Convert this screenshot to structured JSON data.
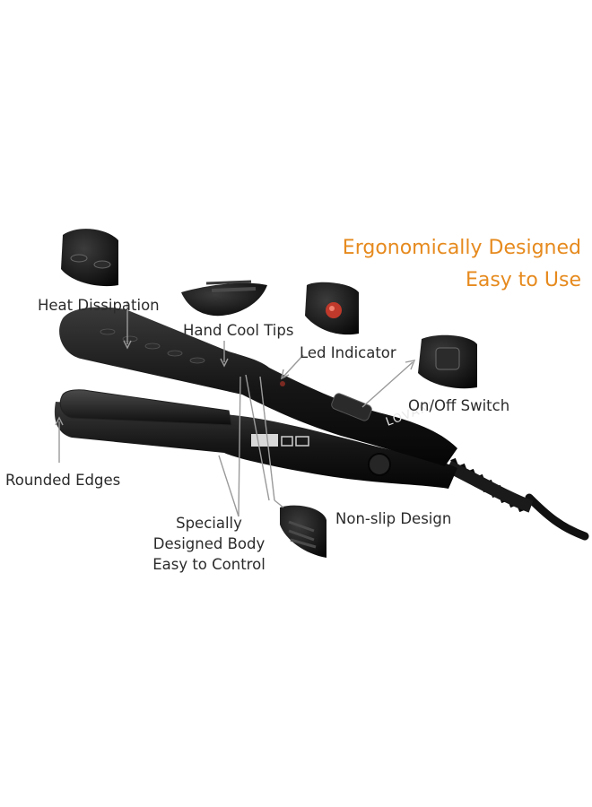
{
  "headline": {
    "line1": "Ergonomically Designed",
    "line2": "Easy to Use"
  },
  "brand": "LOVANI",
  "callouts": {
    "heat_dissipation": "Heat Dissipation",
    "hand_cool_tips": "Hand Cool Tips",
    "led_indicator": "Led Indicator",
    "on_off_switch": "On/Off Switch",
    "rounded_edges": "Rounded Edges",
    "specially_designed_body": [
      "Specially",
      "Designed Body",
      "Easy to Control"
    ],
    "non_slip_design": "Non-slip Design"
  },
  "colors": {
    "headline": "#e68a1e",
    "device": "#141414",
    "pointer": "#9a9a9a",
    "led": "#c0392b"
  }
}
